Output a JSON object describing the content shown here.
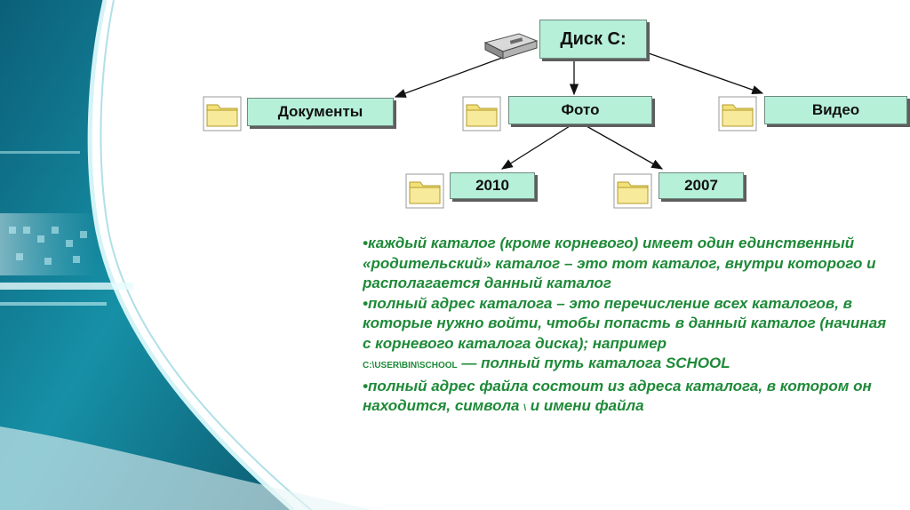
{
  "diagram": {
    "root": "Диск С:",
    "level1": [
      "Документы",
      "Фото",
      "Видео"
    ],
    "level2": [
      "2010",
      "2007"
    ]
  },
  "text": {
    "p1": "•каждый каталог (кроме корневого) имеет один единственный «родительский» каталог – это тот каталог, внутри которого и располагается данный каталог",
    "p2": "•полный адрес каталога – это перечисление всех каталогов, в которые нужно войти, чтобы попасть в данный каталог (начиная с корневого каталога диска); например",
    "p3_code": "C:\\USER\\BIN\\SCHOOL",
    "p3_rest": " — полный путь каталога SCHOOL",
    "p4_a": "•полный адрес файла состоит из адреса каталога, в котором он находится, символа ",
    "p4_sym": "\\",
    "p4_b": " и имени файла"
  },
  "colors": {
    "node_fill": "#b6f0d8",
    "text_green": "#1e8a38",
    "teal": "#0e6f84"
  }
}
